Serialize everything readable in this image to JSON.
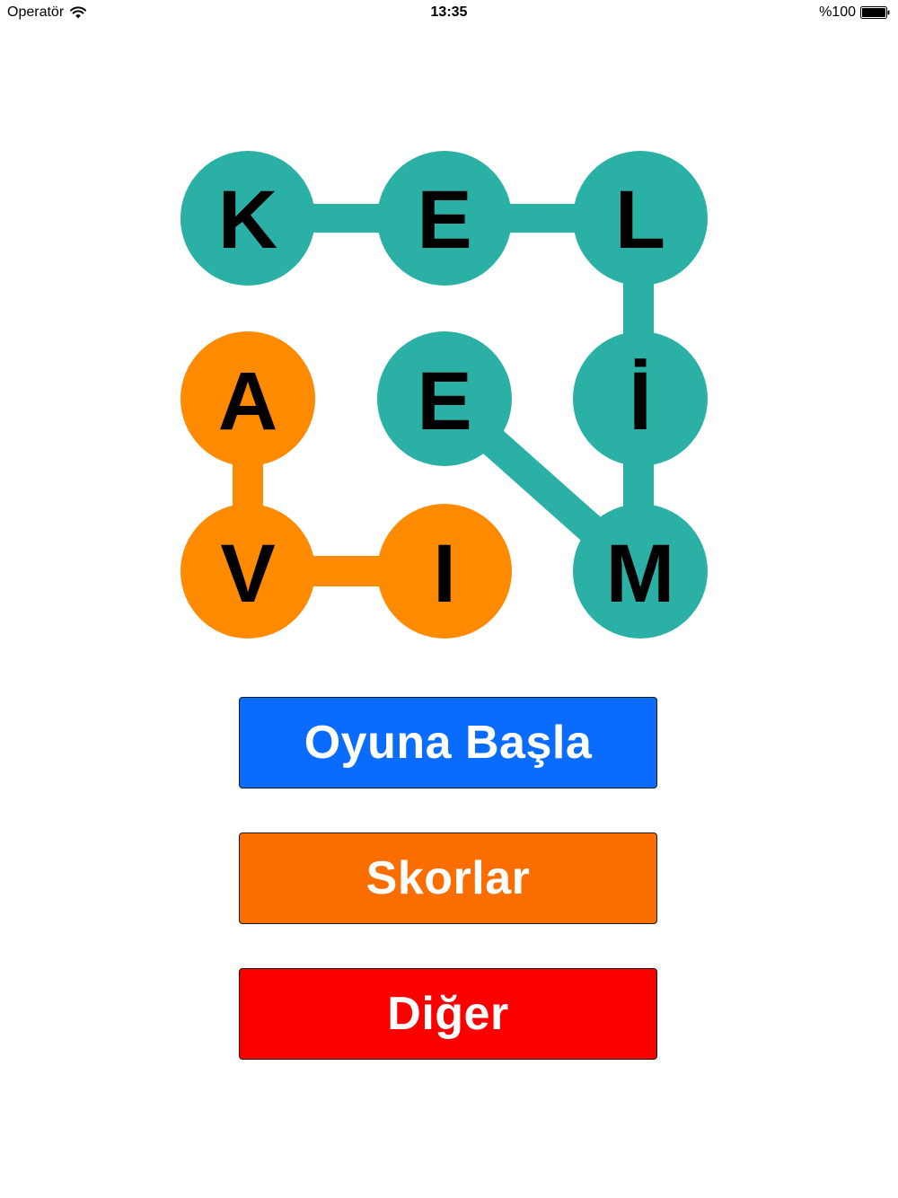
{
  "status_bar": {
    "carrier": "Operatör",
    "time": "13:35",
    "battery": "%100",
    "wifi_icon": "wifi-icon",
    "battery_icon": "battery-icon"
  },
  "logo": {
    "colors": {
      "teal": "#2bb0a6",
      "orange": "#fe8a00"
    },
    "letters": [
      {
        "id": "k",
        "char": "K",
        "color": "teal"
      },
      {
        "id": "e1",
        "char": "E",
        "color": "teal"
      },
      {
        "id": "l",
        "char": "L",
        "color": "teal"
      },
      {
        "id": "a",
        "char": "A",
        "color": "orange"
      },
      {
        "id": "e2",
        "char": "E",
        "color": "teal"
      },
      {
        "id": "i-dot",
        "char": "İ",
        "color": "teal"
      },
      {
        "id": "v",
        "char": "V",
        "color": "orange"
      },
      {
        "id": "i",
        "char": "I",
        "color": "orange"
      },
      {
        "id": "m",
        "char": "M",
        "color": "teal"
      }
    ]
  },
  "menu": {
    "start": {
      "label": "Oyuna Başla",
      "color": "#0a6cff"
    },
    "scores": {
      "label": "Skorlar",
      "color": "#fa6e00"
    },
    "other": {
      "label": "Diğer",
      "color": "#fc0000"
    }
  }
}
